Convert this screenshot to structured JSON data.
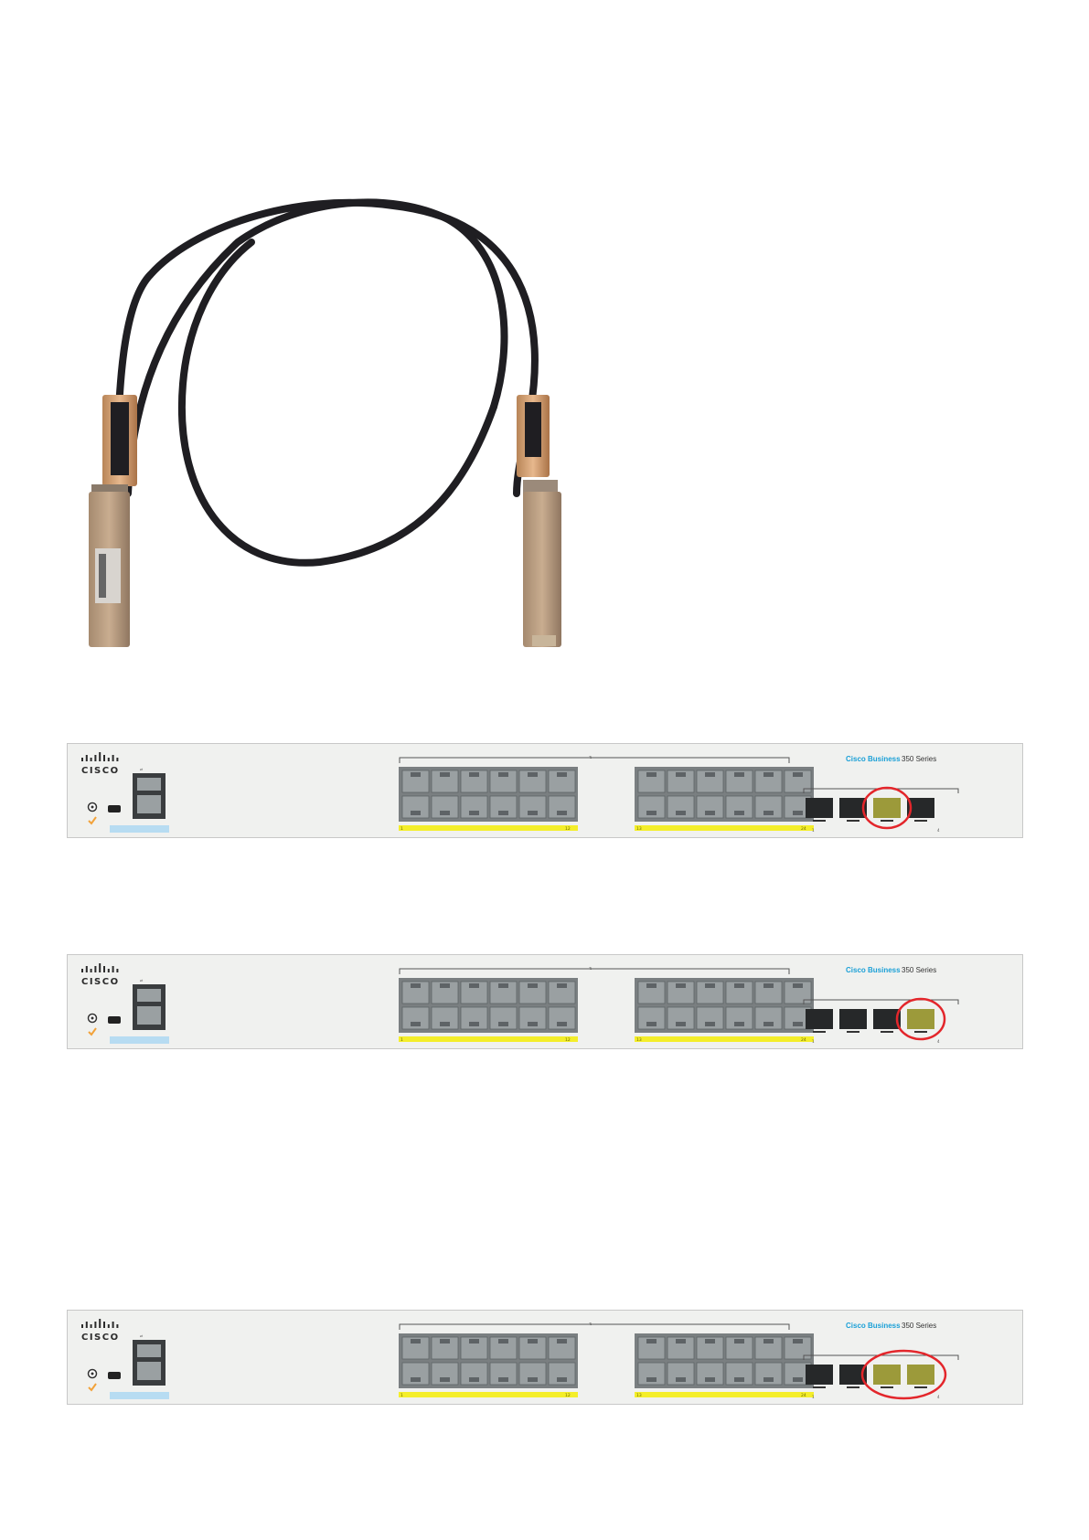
{
  "image": {
    "subject": "cisco-dac-cable",
    "panels": [
      {
        "id": "panel-1",
        "highlighted_ports": [
          3
        ]
      },
      {
        "id": "panel-2",
        "highlighted_ports": [
          4
        ]
      },
      {
        "id": "panel-3",
        "highlighted_ports": [
          3,
          4
        ]
      }
    ]
  },
  "labels": {
    "cisco_logo": "CISCO",
    "brand": "Cisco Business",
    "series": "350 Series",
    "strip_left_start": "1",
    "strip_left_end": "12",
    "strip_right_start": "13",
    "strip_right_end": "24",
    "sfp_label_1": "1",
    "sfp_label_4": "4"
  },
  "colors": {
    "panel_bg": "#f0f1ef",
    "panel_border": "#c8c8c8",
    "port_gray": "#8f9597",
    "sfp_dark": "#262829",
    "sfp_highlight": "#9c9a3a",
    "led_strip": "#f4ee2a",
    "console_strip": "#b7dcf2",
    "highlight_circle": "#e3262b",
    "cable_black": "#1f1e22",
    "connector_tan": "#c89f7a"
  }
}
